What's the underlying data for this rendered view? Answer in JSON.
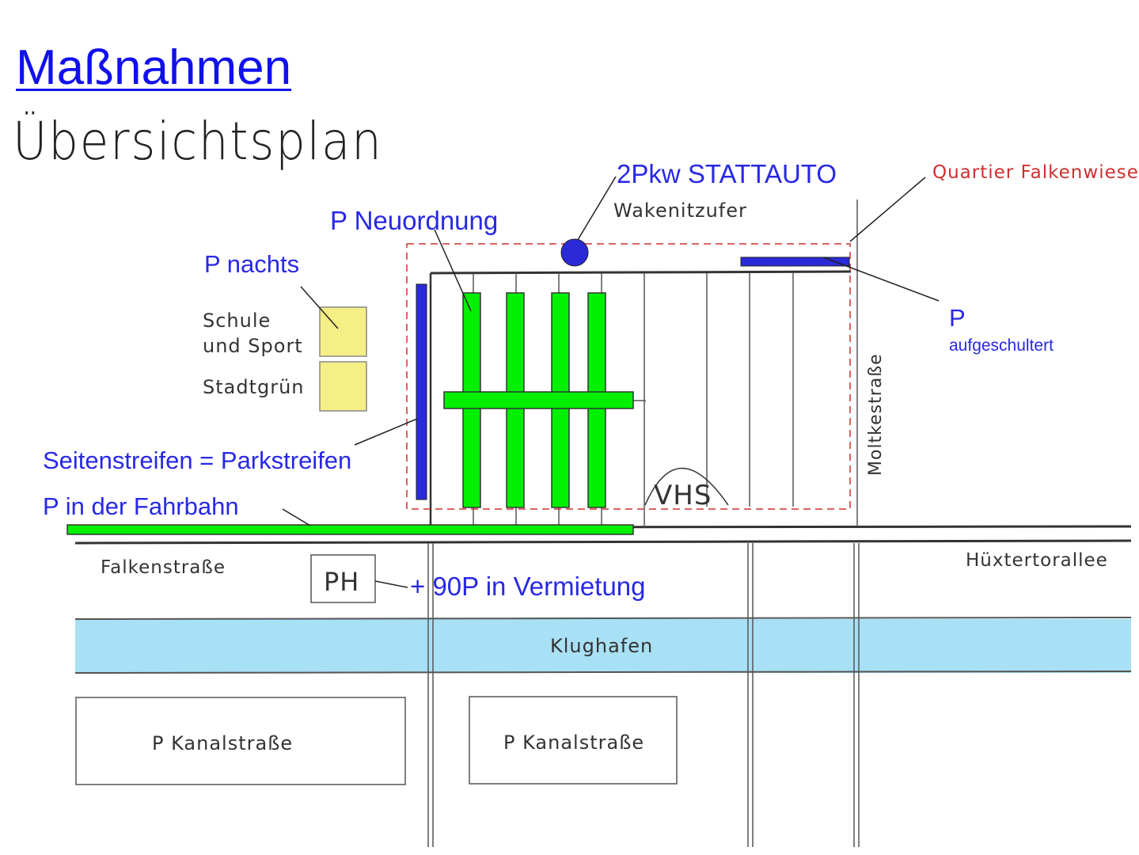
{
  "title": "Maßnahmen",
  "subtitle": "Übersichtsplan",
  "colors": {
    "annotation": "#2828e6",
    "parking_green": "#00f000",
    "parking_blue": "#2a2ad8",
    "school_yellow": "#f5ef86",
    "water": "#a8e0f5",
    "quartier_red": "#d03030",
    "lines": "#333333"
  },
  "annotations": {
    "stattauto": "2Pkw STATTAUTO",
    "neuordnung": "P Neuordnung",
    "nachts": "P nachts",
    "aufgeschultert_p": "P",
    "aufgeschultert_label": "aufgeschultert",
    "seitenstreifen": "Seitenstreifen = Parkstreifen",
    "fahrbahn": "P in der Fahrbahn",
    "vermietung": "+ 90P in Vermietung"
  },
  "map_labels": {
    "quartier": "Quartier Falkenwiese",
    "wakenitzufer": "Wakenitzufer",
    "schule_line1": "Schule",
    "schule_line2": "und Sport",
    "stadtgruen": "Stadtgrün",
    "moltkestrasse": "Moltkestraße",
    "vhs": "VHS",
    "falkenstrasse": "Falkenstraße",
    "huextertorallee": "Hüxtertorallee",
    "ph": "PH",
    "klughafen": "Klughafen",
    "kanal1": "P Kanalstraße",
    "kanal2": "P Kanalstraße"
  }
}
